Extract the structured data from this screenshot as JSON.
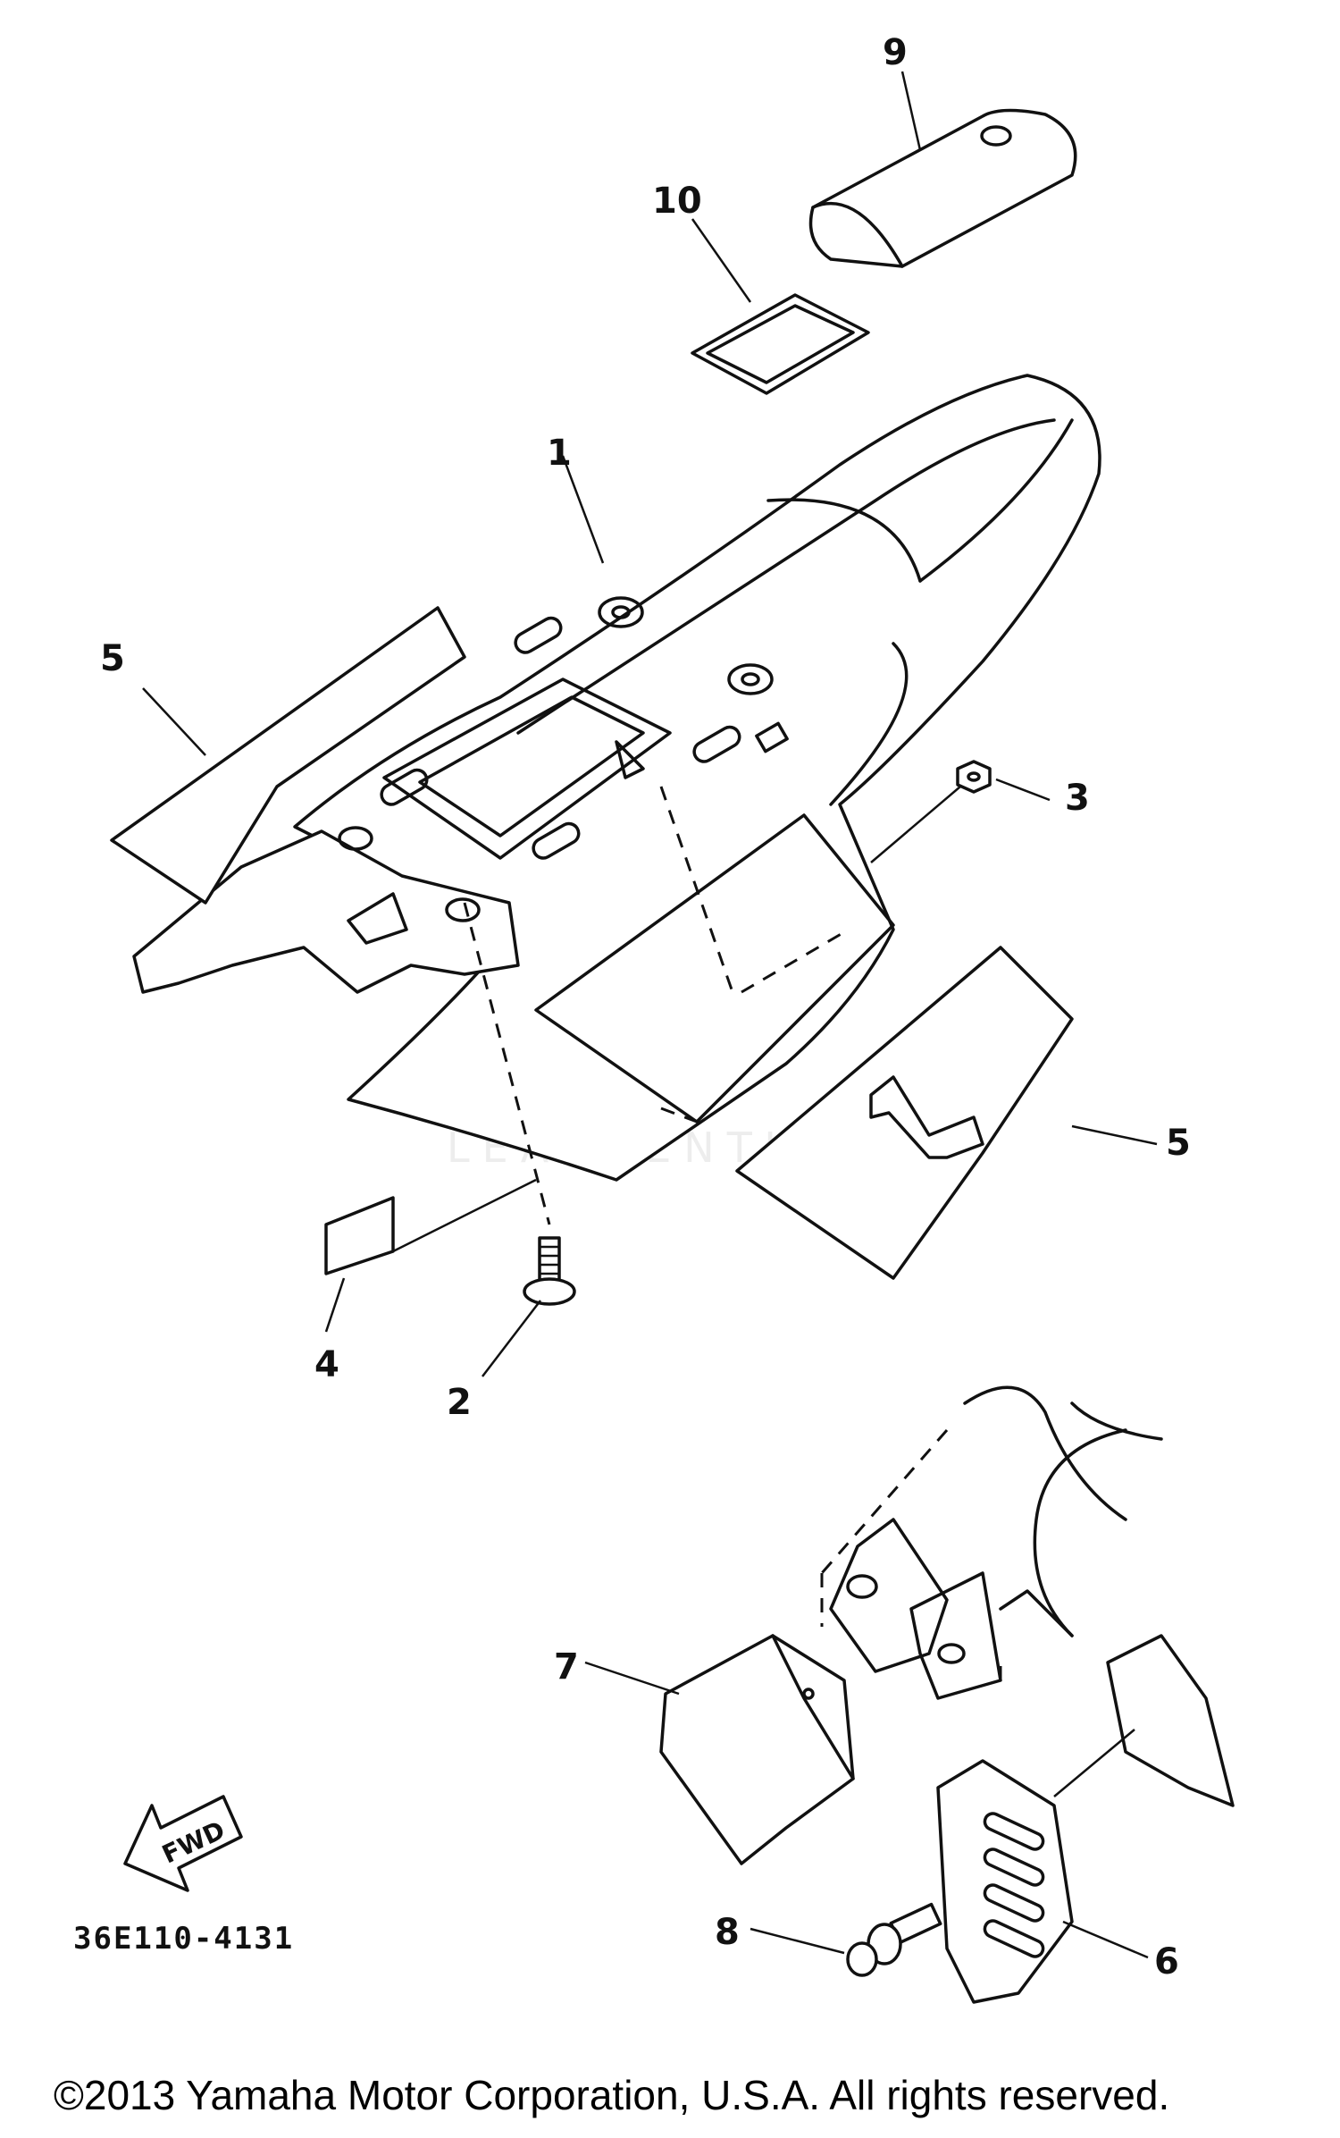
{
  "callouts": {
    "c1": "1",
    "c2": "2",
    "c3": "3",
    "c4": "4",
    "c5a": "5",
    "c5b": "5",
    "c6": "6",
    "c7": "7",
    "c8": "8",
    "c9": "9",
    "c10": "10"
  },
  "fwd_label": "FWD",
  "diagram_code": "36E110-4131",
  "copyright": "©2013 Yamaha Motor Corporation, U.S.A. All rights reserved.",
  "watermark": "LEADVENTURE",
  "colors": {
    "ink": "#111111",
    "background": "#ffffff",
    "watermark": "#e2e2e2"
  }
}
